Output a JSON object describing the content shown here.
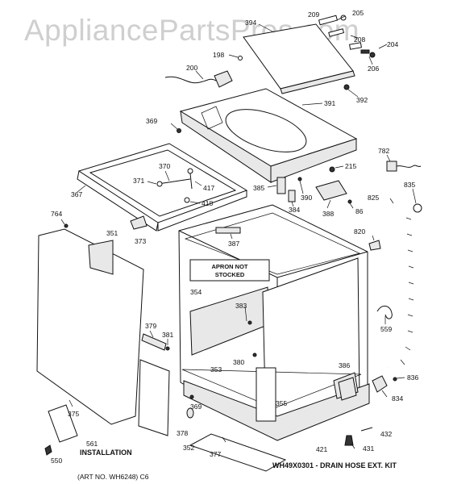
{
  "watermark": "AppliancePartsPros.com",
  "notes": {
    "apron_line1": "APRON NOT",
    "apron_line2": "STOCKED",
    "installation": "INSTALLATION",
    "drain_kit": "WH49X0301 - DRAIN HOSE EXT. KIT",
    "art_no": "(ART NO. WH6248) C6"
  },
  "parts": {
    "p394": "394",
    "p209": "209",
    "p205": "205",
    "p198": "198",
    "p208": "208",
    "p204": "204",
    "p206": "206",
    "p200": "200",
    "p392": "392",
    "p391": "391",
    "p369a": "369",
    "p782": "782",
    "p370": "370",
    "p215": "215",
    "p371": "371",
    "p417": "417",
    "p835": "835",
    "p367": "367",
    "p385": "385",
    "p390": "390",
    "p825": "825",
    "p418": "418",
    "p384": "384",
    "p388": "388",
    "p86": "86",
    "p764": "764",
    "p373": "373",
    "p351": "351",
    "p820": "820",
    "p387": "387",
    "p354": "354",
    "p383": "383",
    "p559": "559",
    "p379": "379",
    "p381": "381",
    "p380": "380",
    "p353": "353",
    "p386": "386",
    "p836": "836",
    "p834": "834",
    "p355": "355",
    "p375": "375",
    "p369b": "369",
    "p378": "378",
    "p352": "352",
    "p377": "377",
    "p421": "421",
    "p432": "432",
    "p431": "431",
    "p561": "561",
    "p550": "550"
  }
}
